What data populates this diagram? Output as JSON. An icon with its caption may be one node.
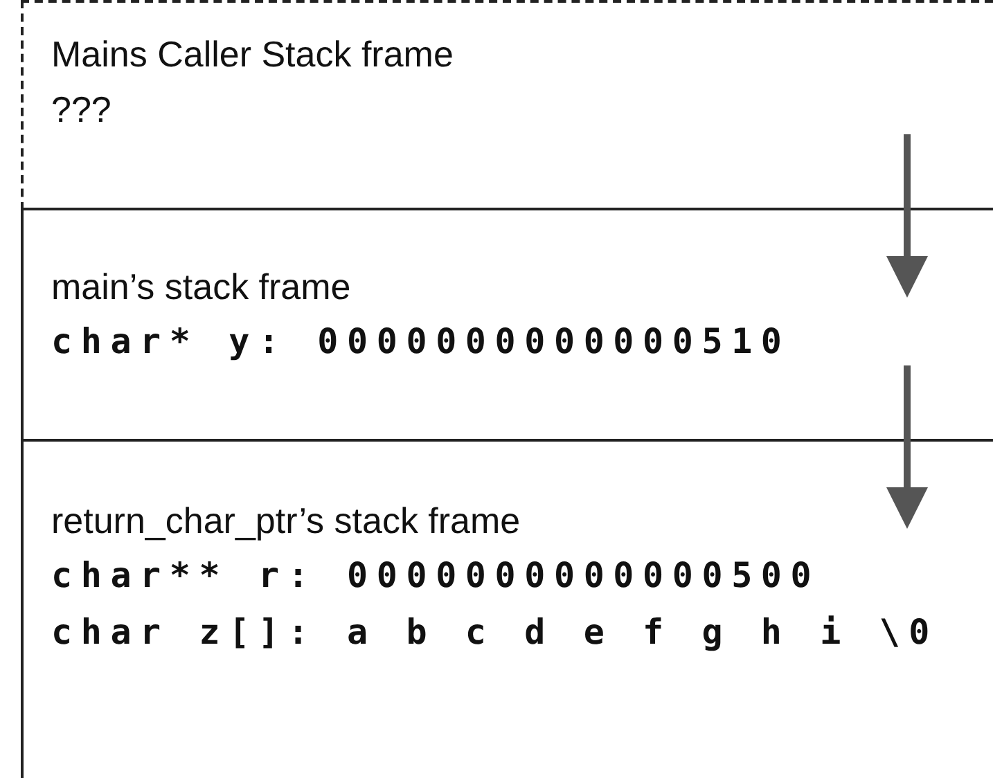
{
  "diagram": {
    "nodes": [
      {
        "text": [
          "Mains Caller Stack frame",
          "???"
        ]
      },
      {
        "text": [
          "main’s stack frame",
          "char* y: 0000000000000510"
        ]
      },
      {
        "text": [
          "return_char_ptr’s stack frame",
          "char** r: 0000000000000500",
          "char z[]: a b c d e f g h i \\0"
        ]
      }
    ],
    "edges": [
      {
        "from": 0,
        "to": 1,
        "arrow": "to"
      },
      {
        "from": 1,
        "to": 2,
        "arrow": "to"
      }
    ]
  }
}
